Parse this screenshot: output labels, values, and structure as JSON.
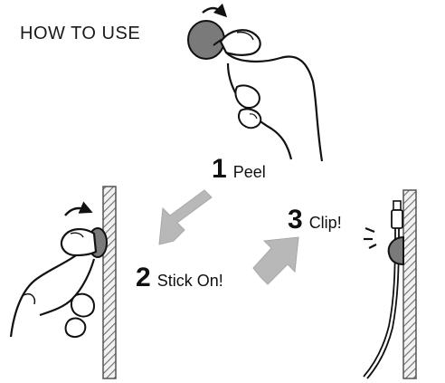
{
  "title": "HOW TO USE",
  "steps": [
    {
      "number": "1",
      "label": "Peel"
    },
    {
      "number": "2",
      "label": "Stick On!"
    },
    {
      "number": "3",
      "label": "Clip!"
    }
  ],
  "colors": {
    "ink": "#111111",
    "arrow": "#b8b8b8",
    "pad": "#7a7a7a",
    "wall": "#8c8c8c"
  }
}
